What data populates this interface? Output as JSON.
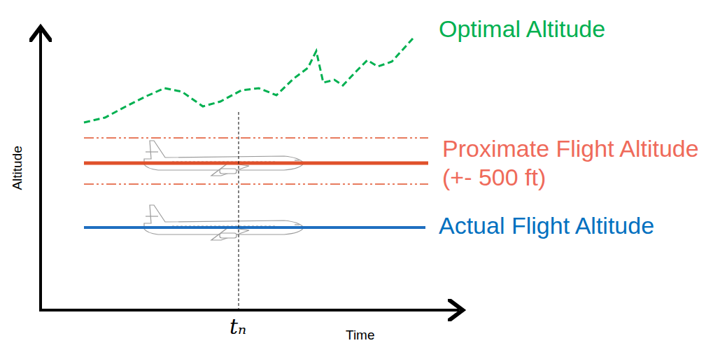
{
  "diagram": {
    "labels": [
      "Optimal Altitude",
      "Proximate Flight Altitude (+- 500 ft)",
      "Actual Flight Altitude",
      "Altitude",
      "tₙ",
      "Time"
    ]
  }
}
